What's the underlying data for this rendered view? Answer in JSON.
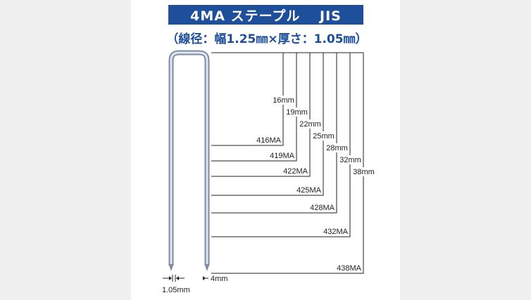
{
  "title": "4MA ステープル　 JIS",
  "spec_line": "（線径：幅1.25㎜×厚さ：1.05㎜）",
  "models": [
    {
      "model": "416MA",
      "length": "16mm"
    },
    {
      "model": "419MA",
      "length": "19mm"
    },
    {
      "model": "422MA",
      "length": "22mm"
    },
    {
      "model": "425MA",
      "length": "25mm"
    },
    {
      "model": "428MA",
      "length": "28mm"
    },
    {
      "model": "432MA",
      "length": "32mm"
    },
    {
      "model": "438MA",
      "length": "38mm"
    }
  ],
  "thickness_label": "1.05mm",
  "width_label": "4mm",
  "colors": {
    "accent": "#1d4f9b",
    "staple": "#8a96a8",
    "line": "#222222"
  }
}
